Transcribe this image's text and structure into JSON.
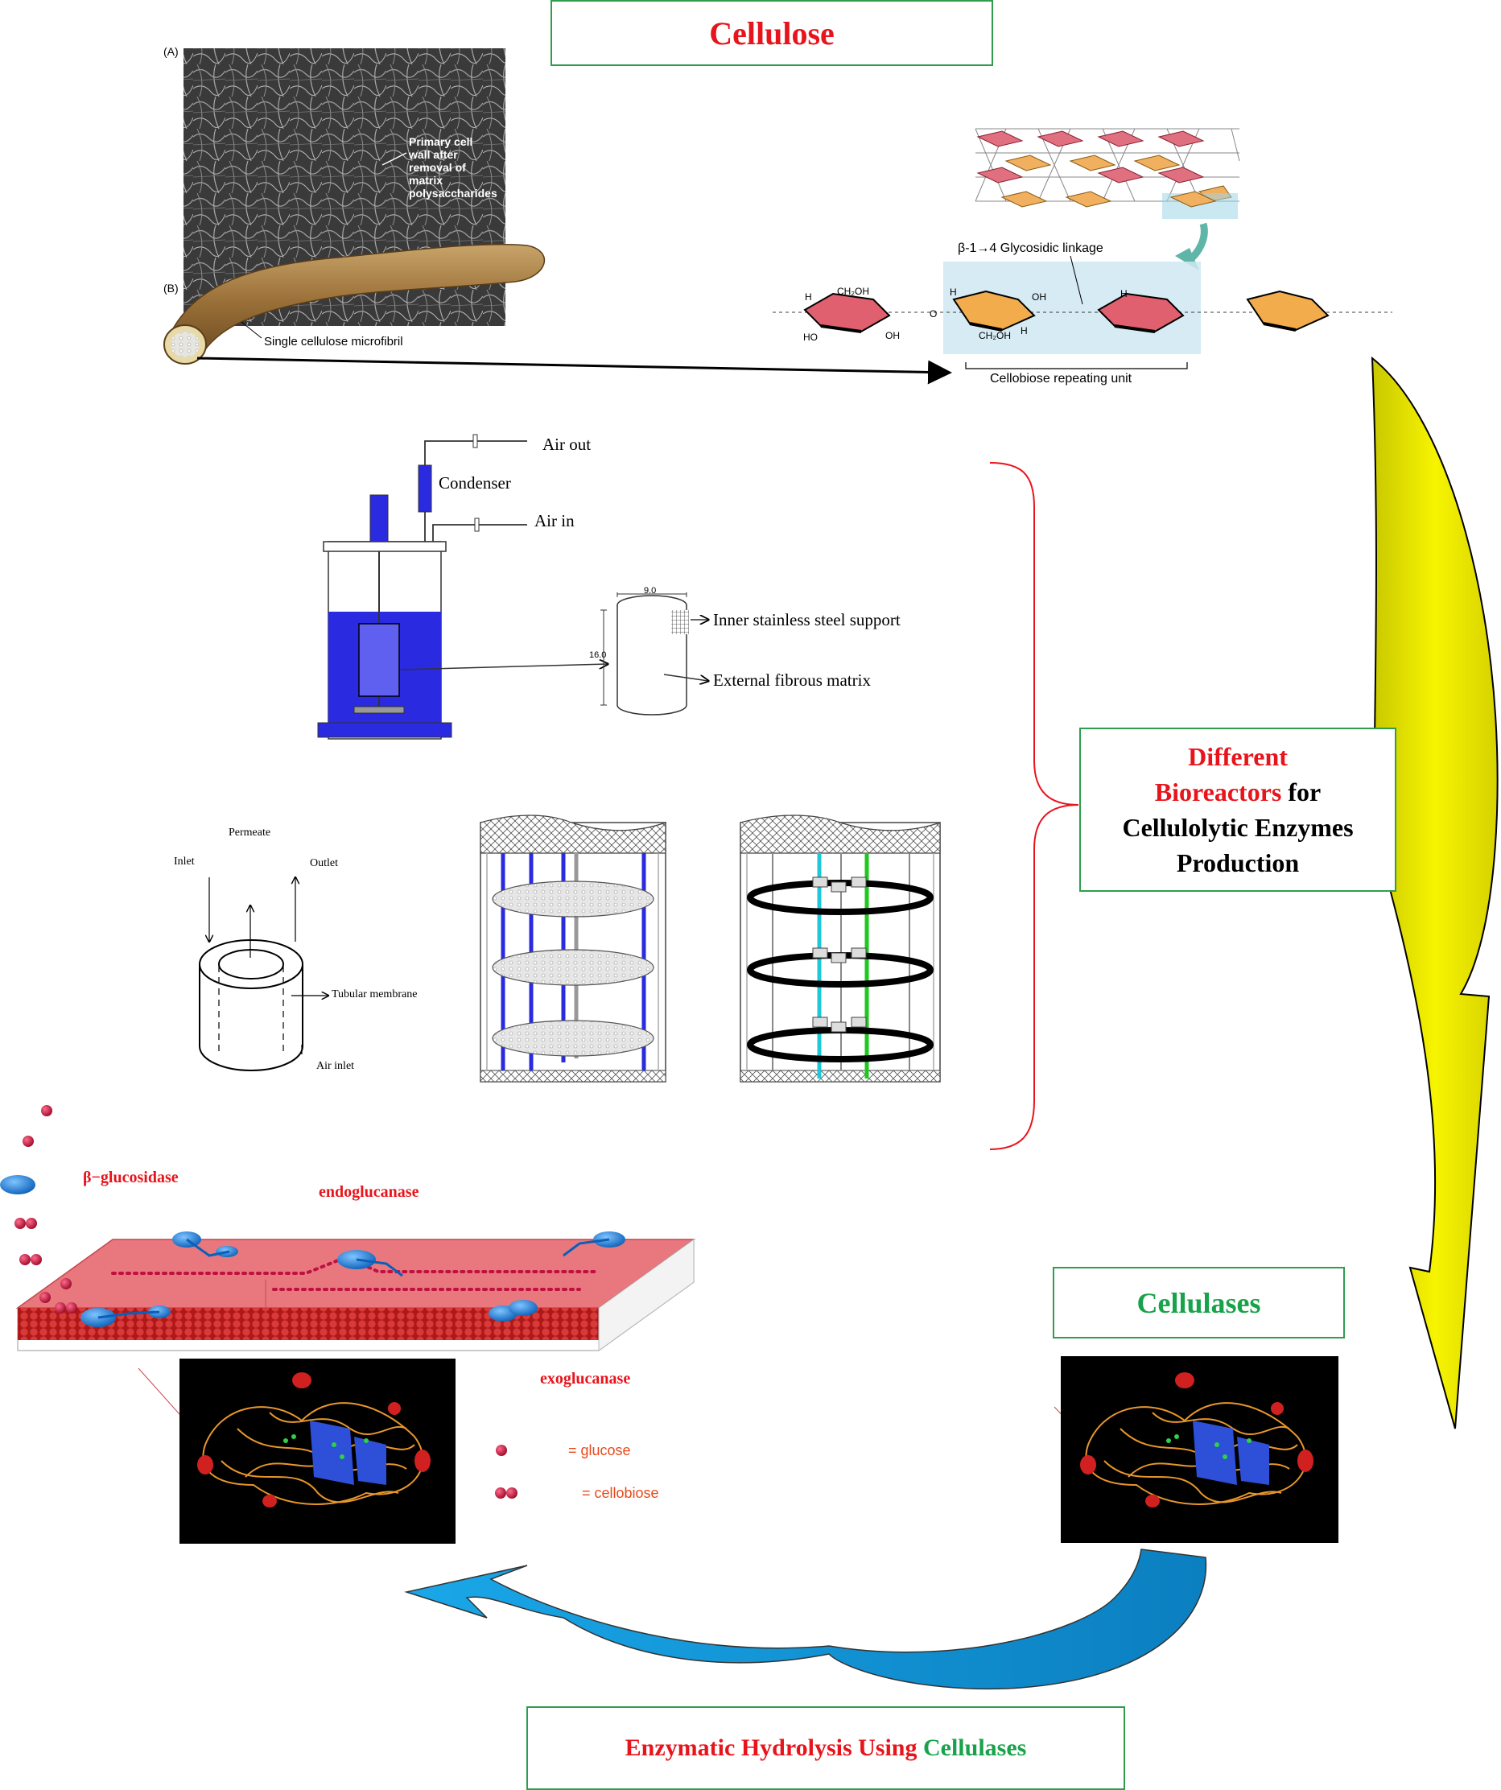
{
  "colors": {
    "red": "#e8141b",
    "green": "#18a34a",
    "box_border": "#2e9e4e",
    "yellow_arrow": "#f7f400",
    "blue_arrow": "#1aa7e8",
    "reactor_blue": "#2a2ae0"
  },
  "title": "Cellulose",
  "micrograph": {
    "panel_a": "(A)",
    "panel_b": "(B)",
    "annotation": [
      "Primary cell",
      "wall after",
      "removal of",
      "matrix",
      "polysaccharides"
    ],
    "microfibril_label": "Single cellulose microfibril"
  },
  "structure": {
    "linkage_label": "β-1→4 Glycosidic linkage",
    "repeat_label": "Cellobiose repeating unit",
    "atoms": [
      "H",
      "CH₂OH",
      "O",
      "OH",
      "HO",
      "H",
      "OH",
      "H",
      "CH₂OH",
      "H"
    ]
  },
  "reactor1": {
    "air_out": "Air out",
    "condenser": "Condenser",
    "air_in": "Air in",
    "inner_support": "Inner stainless steel support",
    "external_matrix": "External fibrous matrix",
    "dim_top": "9.0",
    "dim_side": "16.0"
  },
  "reactor2": {
    "permeate": "Permeate",
    "inlet": "Inlet",
    "outlet": "Outlet",
    "tubular_membrane": "Tubular membrane",
    "air_inlet": "Air inlet"
  },
  "bioreactors_box": {
    "line1": "Different",
    "line2_red": "Bioreactors",
    "line2_black": " for",
    "line3": "Cellulolytic Enzymes",
    "line4": "Production"
  },
  "hydrolysis": {
    "beta_glucosidase": "β−glucosidase",
    "endoglucanase": "endoglucanase",
    "exoglucanase": "exoglucanase",
    "glucose_legend": "= glucose",
    "cellobiose_legend": "= cellobiose"
  },
  "cellulases_box": "Cellulases",
  "bottom_box": {
    "red_part": "Enzymatic Hydrolysis Using ",
    "green_part": "Cellulases"
  }
}
